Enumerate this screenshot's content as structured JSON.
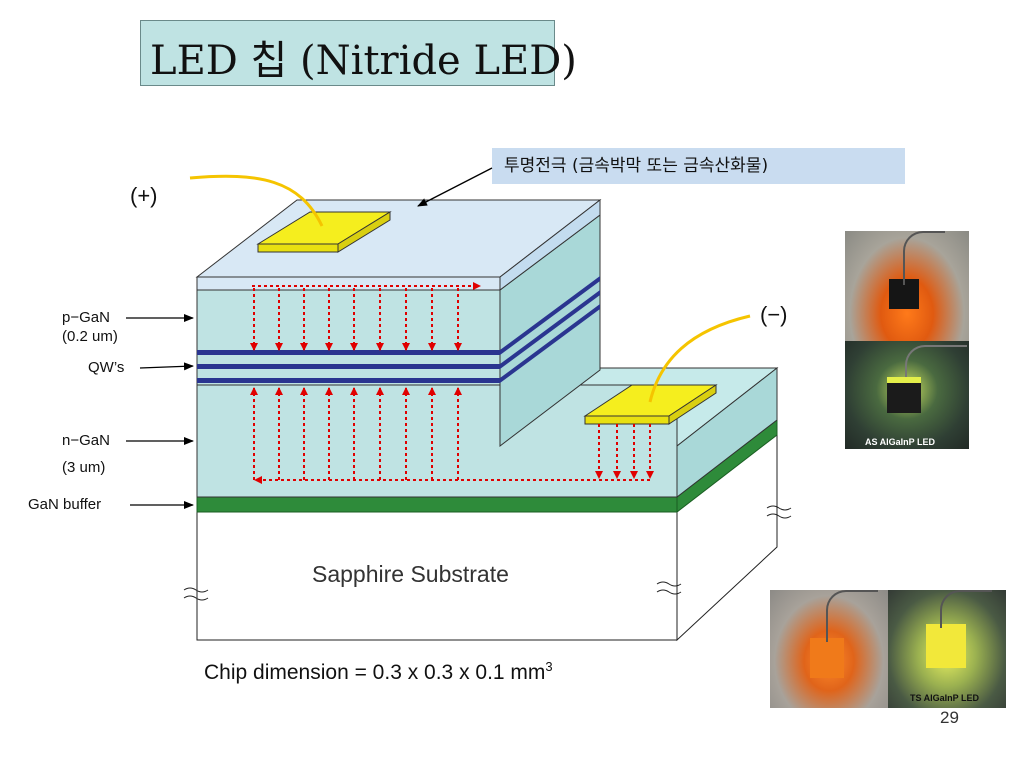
{
  "slide": {
    "title": "LED 칩 (Nitride LED)",
    "callout": "투명전극 (금속박막 또는 금속산화물)",
    "plus_label": "(+)",
    "minus_label": "(−)",
    "labels": {
      "pgan_line1": "p−GaN",
      "pgan_line2": "(0.2 um)",
      "qws": "QW’s",
      "ngan_line1": "n−GaN",
      "ngan_line2": "(3 um)",
      "buffer": "GaN buffer"
    },
    "substrate_label": "Sapphire Substrate",
    "dimension_text": "Chip dimension = 0.3 x 0.3 x 0.1 mm",
    "dimension_sup": "3",
    "photo_caption_as": "AS AlGaInP LED",
    "photo_caption_ts": "TS AlGaInP LED",
    "page_number": "29"
  },
  "colors": {
    "title_bg": "#bfe3e3",
    "callout_bg": "#c9dcf0",
    "layer_face": "#bfe3e3",
    "qw_stripe": "#2a3590",
    "buffer": "#2e8b3a",
    "pad": "#f5ee1e",
    "wire": "#f5c400",
    "current_arrow": "#e00000"
  }
}
